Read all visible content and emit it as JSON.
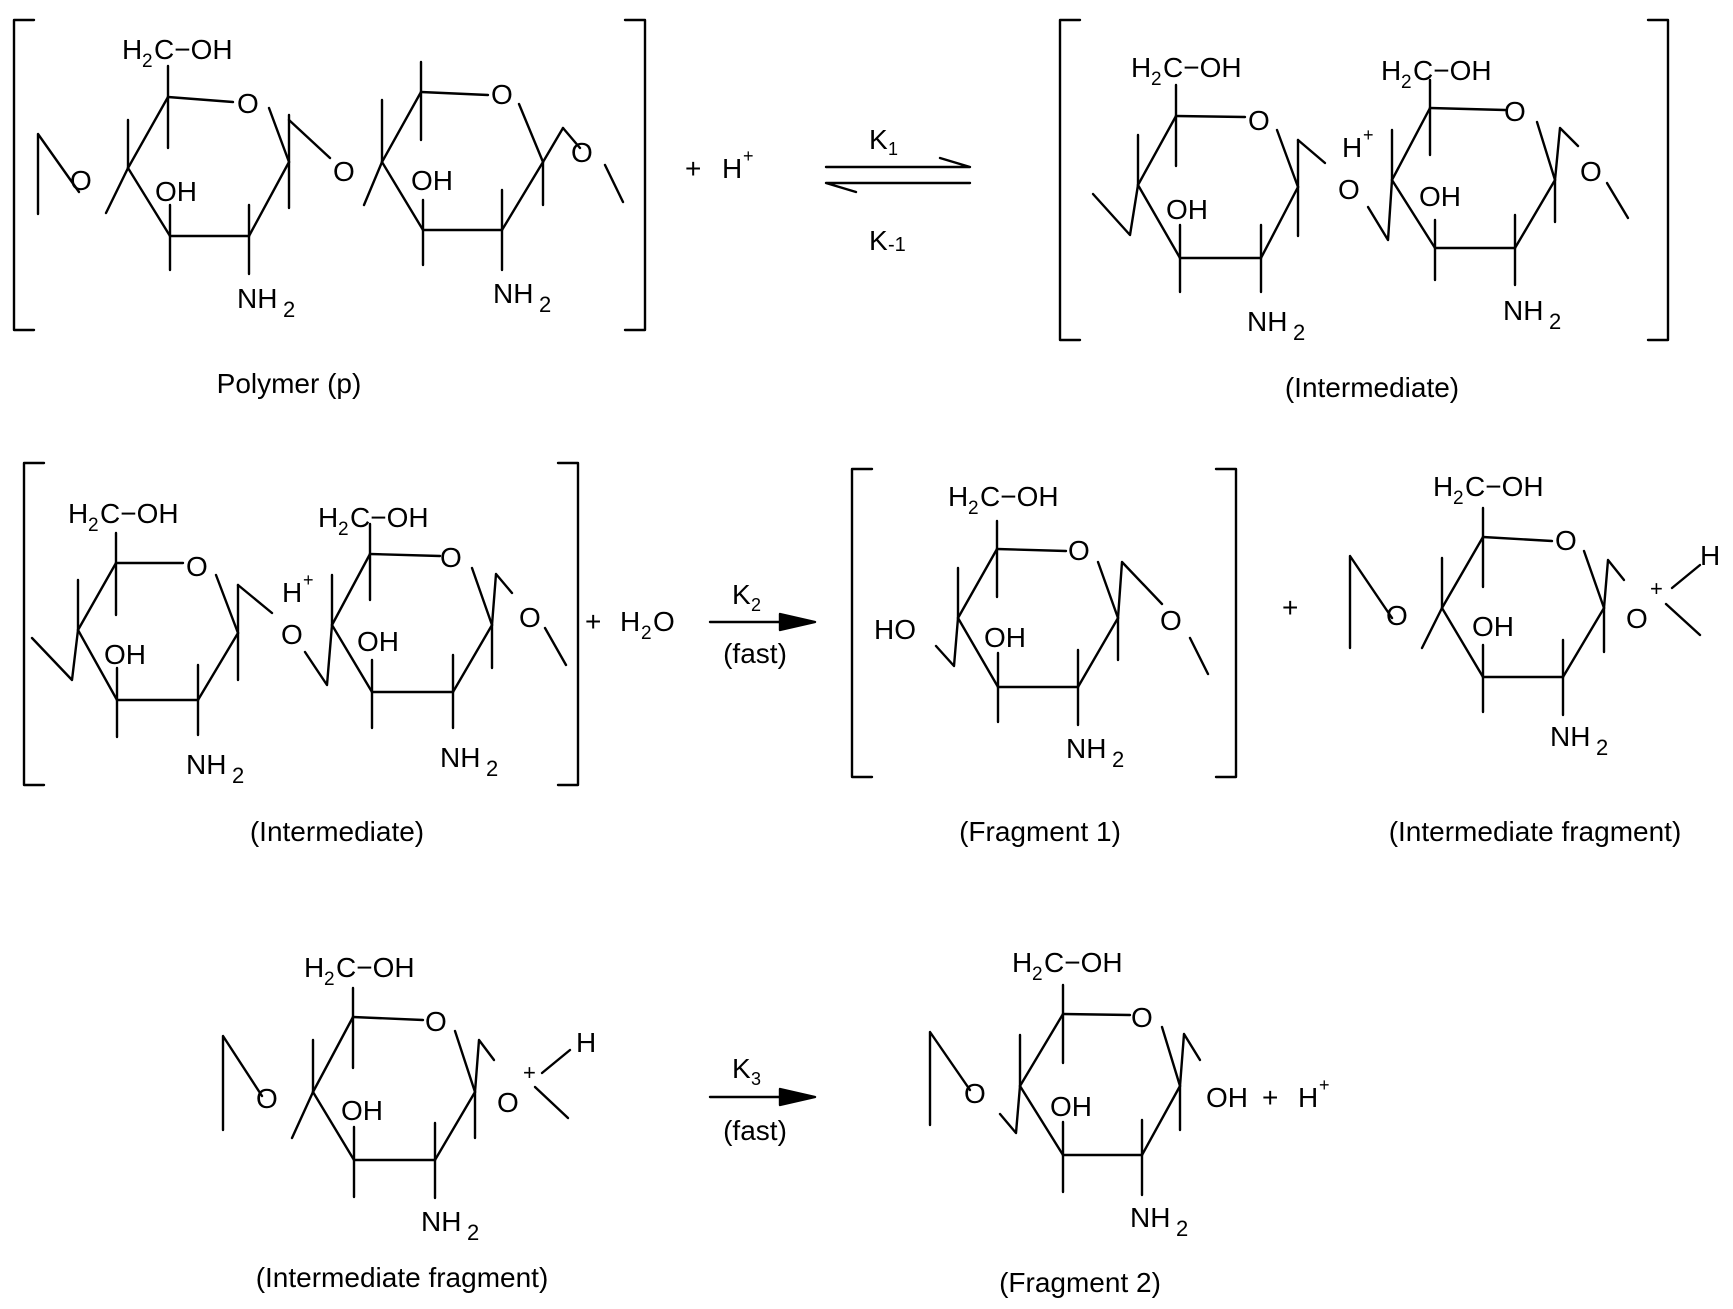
{
  "colors": {
    "ink": "#000000",
    "background": "#ffffff"
  },
  "atoms": {
    "ch2oh_h": "H",
    "ch2oh_sub": "2",
    "ch2oh_rest": "C−OH",
    "ring_o": "O",
    "link_o": "O",
    "oh": "OH",
    "ho": "HO",
    "nh": "NH",
    "nh_sub": "2",
    "h": "H",
    "plus_sup": "+"
  },
  "reaction1": {
    "reactant_label": "Polymer (p)",
    "plus": "+",
    "proton": "H",
    "proton_charge": "+",
    "k_forward": "K",
    "k_forward_sub": "1",
    "k_reverse": "K",
    "k_reverse_sub": "-1",
    "product_label": "(Intermediate)"
  },
  "reaction2": {
    "reactant_label": "(Intermediate)",
    "plus_water": "+",
    "water_h": "H",
    "water_sub": "2",
    "water_o": "O",
    "k_label": "K",
    "k_sub": "2",
    "condition": "(fast)",
    "product1_label": "(Fragment 1)",
    "plus": "+",
    "product2_label": "(Intermediate fragment)"
  },
  "reaction3": {
    "reactant_label": "(Intermediate fragment)",
    "k_label": "K",
    "k_sub": "3",
    "condition": "(fast)",
    "product_oh": "OH",
    "plus": "+",
    "proton": "H",
    "proton_charge": "+",
    "product_label": "(Fragment 2)"
  }
}
